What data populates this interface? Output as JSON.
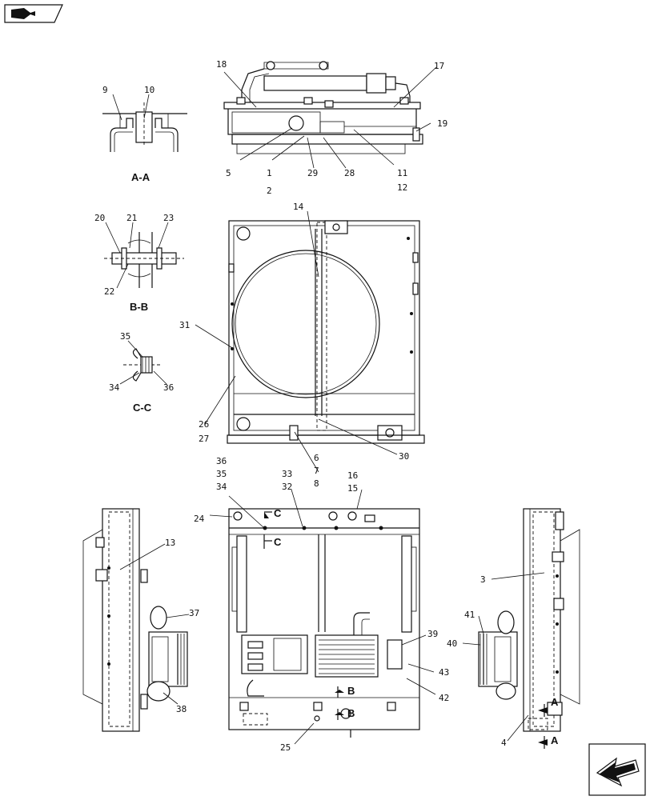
{
  "view_labels": {
    "aa": "A-A",
    "bb": "B-B",
    "cc": "C-C"
  },
  "section_markers": {
    "a": "A",
    "b": "B",
    "c": "C"
  },
  "callouts": {
    "n1": "1",
    "n2": "2",
    "n3": "3",
    "n4": "4",
    "n5": "5",
    "n6": "6",
    "n7": "7",
    "n8": "8",
    "n9": "9",
    "n10": "10",
    "n11": "11",
    "n12": "12",
    "n13": "13",
    "n14": "14",
    "n15": "15",
    "n16": "16",
    "n17": "17",
    "n18": "18",
    "n19": "19",
    "n20": "20",
    "n21": "21",
    "n22": "22",
    "n23": "23",
    "n24": "24",
    "n25": "25",
    "n26": "26",
    "n27": "27",
    "n28": "28",
    "n29": "29",
    "n30": "30",
    "n31": "31",
    "n32": "32",
    "n33": "33",
    "n34": "34",
    "n35": "35",
    "n36": "36",
    "n37": "37",
    "n38": "38",
    "n39": "39",
    "n40": "40",
    "n41": "41",
    "n42": "42",
    "n43": "43"
  },
  "icons": {
    "top_left": "book-arrow-icon",
    "bottom_right": "next-page-arrow-icon"
  }
}
